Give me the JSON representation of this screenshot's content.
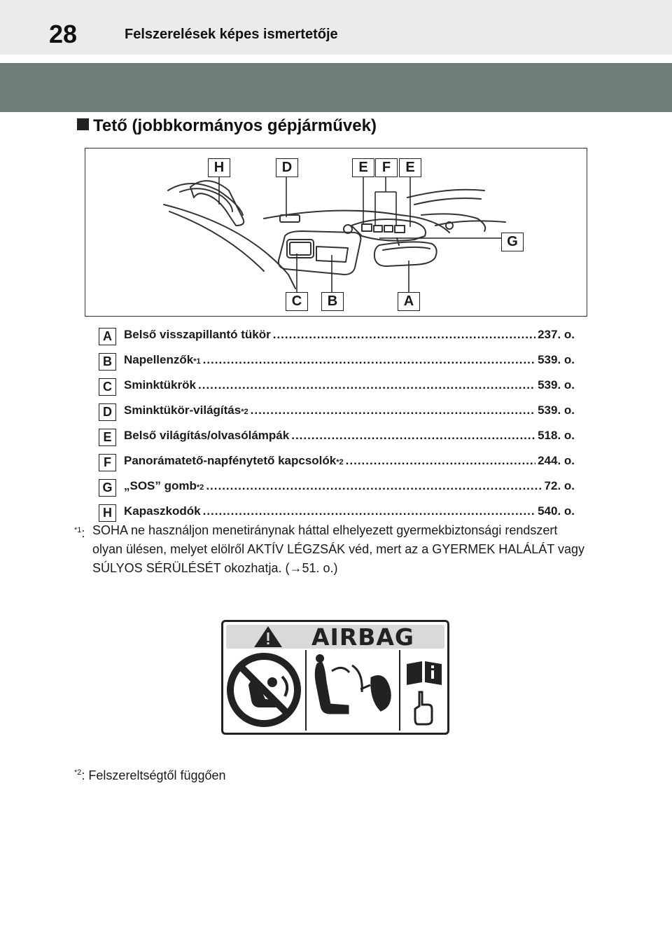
{
  "header": {
    "page_number": "28",
    "title": "Felszerelések képes ismertetője"
  },
  "section": {
    "title": "Tető (jobbkormányos gépjárművek)"
  },
  "figure": {
    "callouts": [
      "H",
      "D",
      "E",
      "F",
      "E",
      "G",
      "C",
      "B",
      "A"
    ]
  },
  "items": [
    {
      "letter": "A",
      "label": "Belső visszapillantó tükör",
      "sup": "",
      "page": "237. o."
    },
    {
      "letter": "B",
      "label": "Napellenzők",
      "sup": "*1",
      "page": "539. o."
    },
    {
      "letter": "C",
      "label": "Sminktükrök",
      "sup": "",
      "page": "539. o."
    },
    {
      "letter": "D",
      "label": "Sminktükör-világítás",
      "sup": "*2",
      "page": "539. o."
    },
    {
      "letter": "E",
      "label": "Belső világítás/olvasólámpák",
      "sup": "",
      "page": "518. o."
    },
    {
      "letter": "F",
      "label": "Panorámatető-napfénytető kapcsolók",
      "sup": "*2",
      "page": "244. o."
    },
    {
      "letter": "G",
      "label": "„SOS” gomb",
      "sup": "*2",
      "page": "72. o."
    },
    {
      "letter": "H",
      "label": "Kapaszkodók",
      "sup": "",
      "page": "540. o."
    }
  ],
  "footnotes": {
    "fn1_mark": "*1",
    "fn1_text": "SOHA ne használjon menetiránynak háttal elhelyezett gyermekbiztonsági rendszert olyan ülésen, melyet elölről AKTÍV LÉGZSÁK véd, mert az a GYERMEK HALÁLÁT vagy SÚLYOS SÉRÜLÉSÉT okozhatja. (→51. o.)",
    "fn2_mark": "*2",
    "fn2_text": "Felszereltségtől függően"
  },
  "airbag_label": {
    "text": "AIRBAG"
  }
}
